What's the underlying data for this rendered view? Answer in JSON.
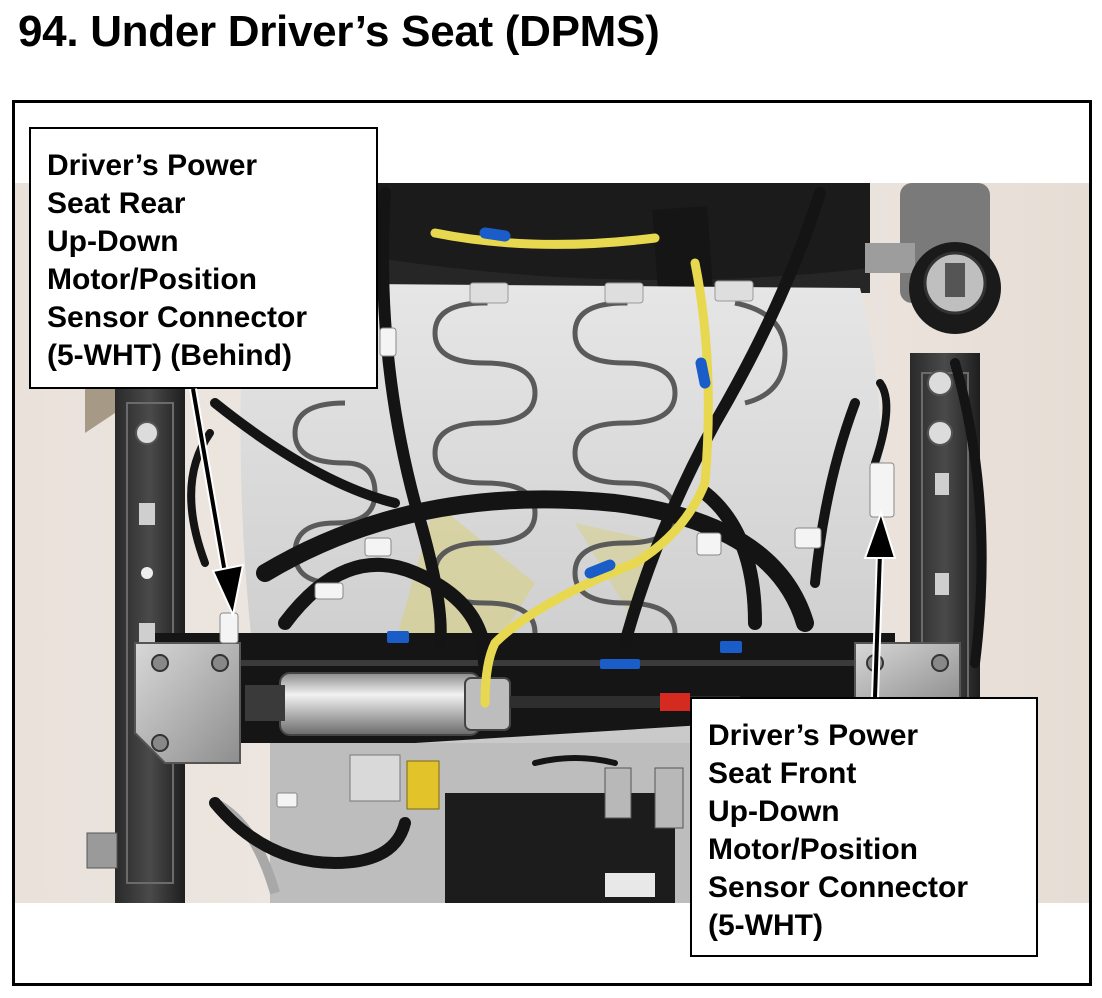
{
  "page": {
    "title": "94.  Under Driver’s Seat (DPMS)"
  },
  "callouts": {
    "rear": {
      "lines": [
        "Driver’s Power",
        "Seat Rear",
        "Up-Down",
        "Motor/Position",
        "Sensor Connector",
        "(5-WHT) (Behind)"
      ]
    },
    "front": {
      "lines": [
        "Driver’s Power",
        "Seat Front",
        "Up-Down",
        "Motor/Position",
        "Sensor Connector",
        "(5-WHT)"
      ]
    }
  },
  "icons": {
    "rear_arrow": "arrow-down-icon",
    "front_arrow": "arrow-up-icon"
  },
  "colors": {
    "harness_yellow": "#e8d850",
    "harness_blue_tape": "#1a5cc8",
    "loom_black": "#141414",
    "foam": "#dcdcdc",
    "spring": "#5a5a5a",
    "frame_metal": "#b8b8b8",
    "red_tab": "#d42a20"
  }
}
